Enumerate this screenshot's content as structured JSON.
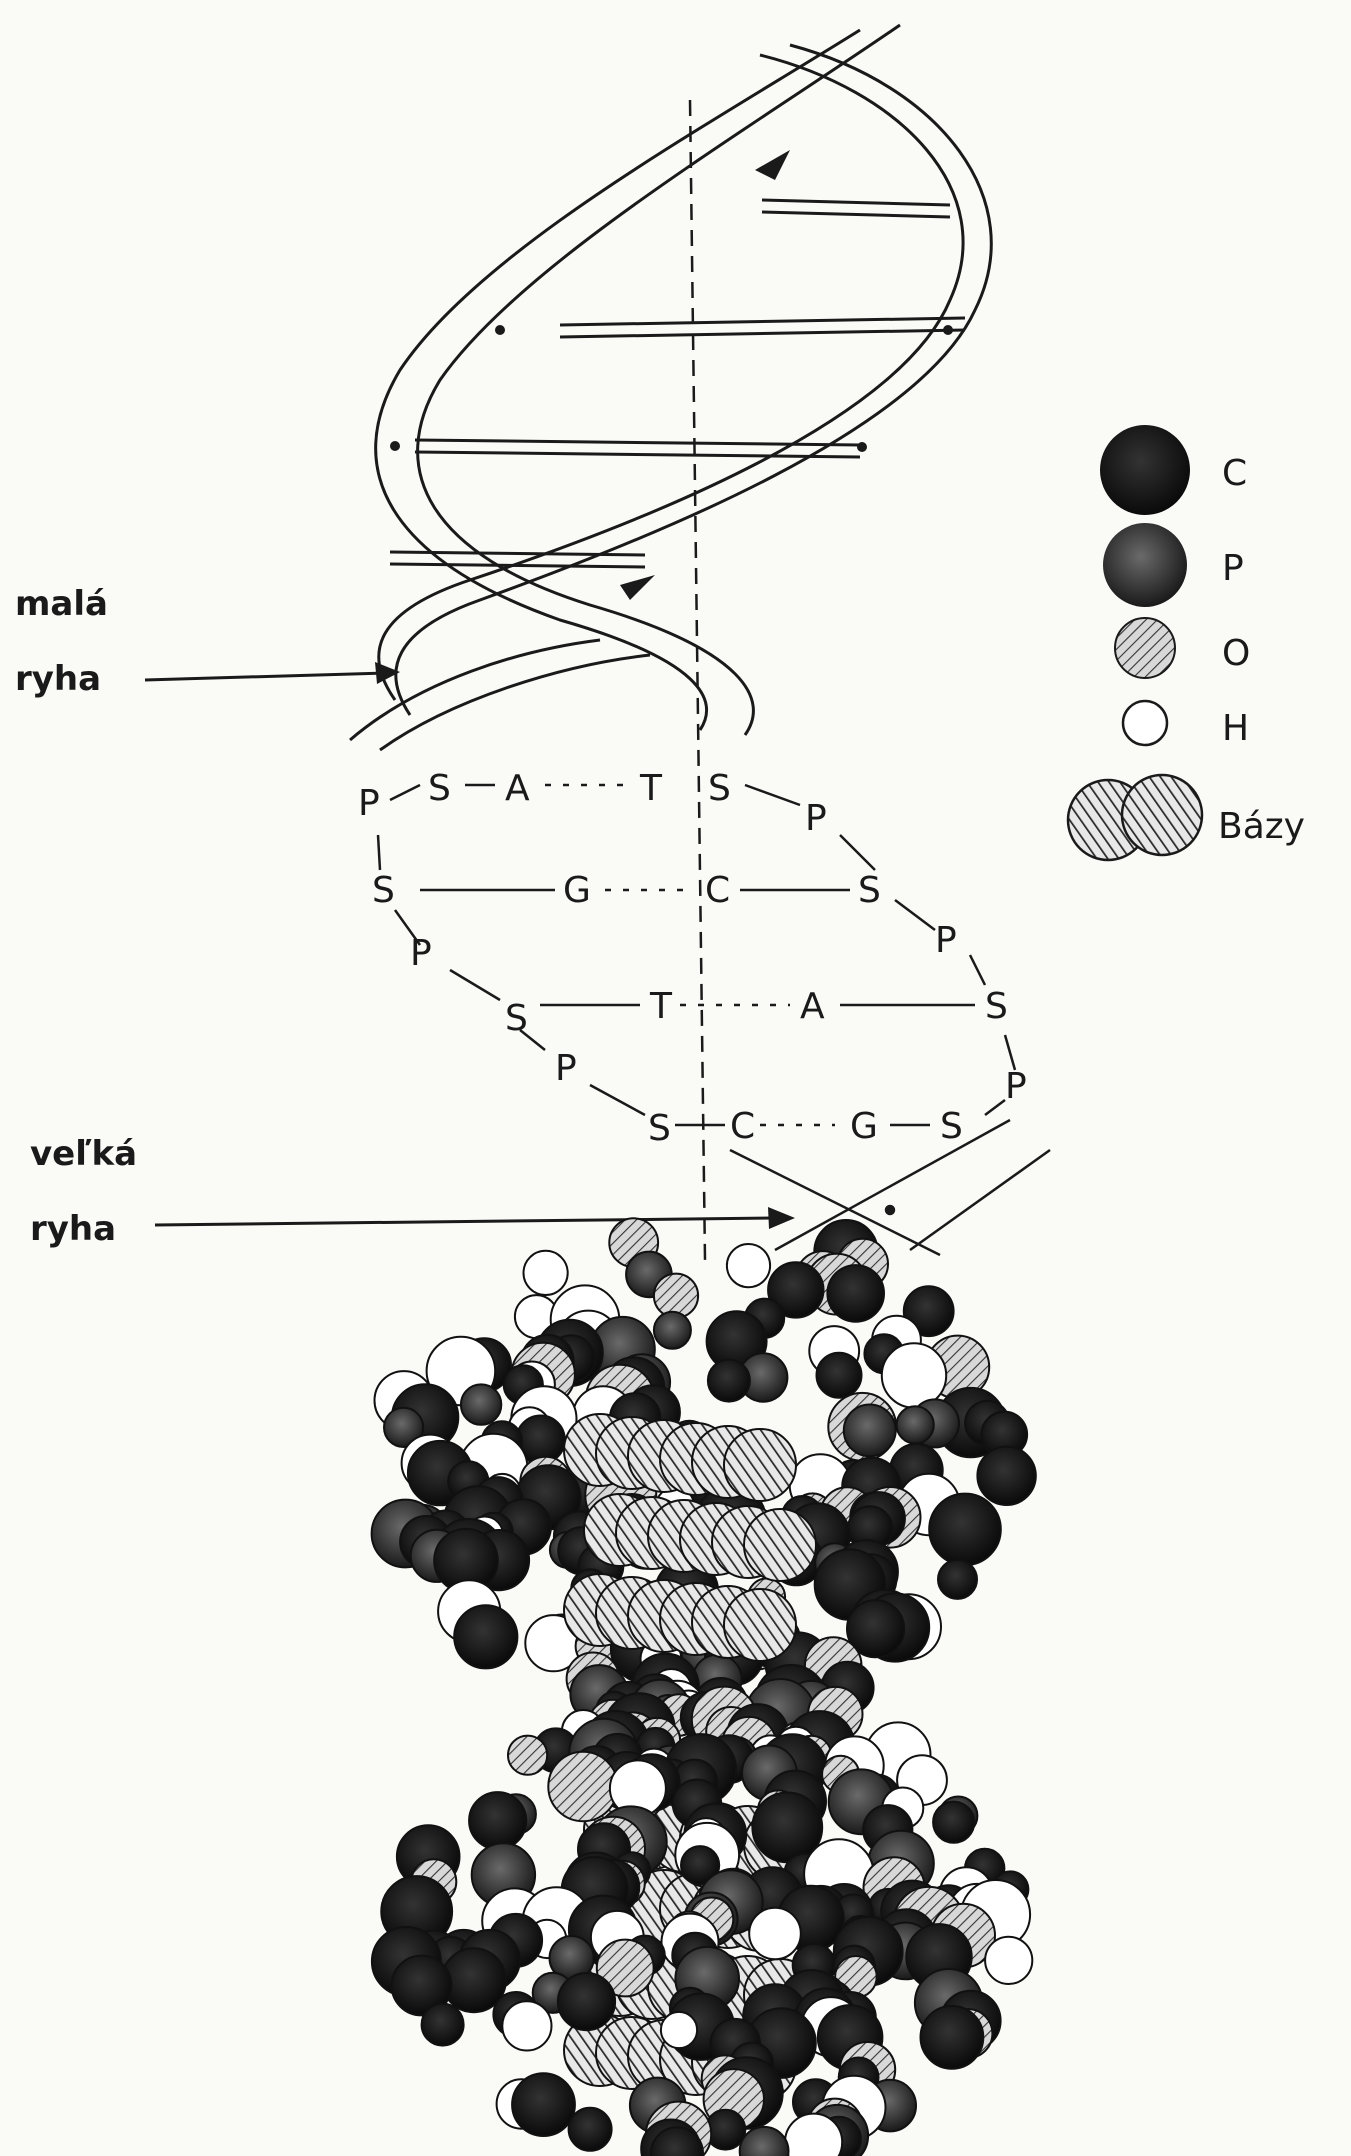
{
  "groove_labels": {
    "minor": [
      "malá",
      "ryha"
    ],
    "major": [
      "veľká",
      "ryha"
    ]
  },
  "ladder_rows": [
    {
      "left": "P",
      "lsugar": "S",
      "lbase": "A",
      "rbase": "T",
      "rsugar": "S",
      "right": "P"
    },
    {
      "left": "S",
      "lsugar": "",
      "lbase": "G",
      "rbase": "C",
      "rsugar": "S",
      "right": "P"
    },
    {
      "left": "P",
      "lsugar": "S",
      "lbase": "T",
      "rbase": "A",
      "rsugar": "S",
      "right": "P"
    },
    {
      "left": "P",
      "lsugar": "S",
      "lbase": "C",
      "rbase": "G",
      "rsugar": "S",
      "right": ""
    }
  ],
  "legend": [
    {
      "label": "C",
      "icon": "carbon-atom-icon",
      "color": "#151515"
    },
    {
      "label": "P",
      "icon": "phosphorus-atom-icon",
      "color": "#3a3a3a"
    },
    {
      "label": "O",
      "icon": "oxygen-atom-icon",
      "color": "#9a9a9a"
    },
    {
      "label": "H",
      "icon": "hydrogen-atom-icon",
      "color": "#ffffff"
    },
    {
      "label": "Bázy",
      "icon": "bases-icon",
      "color": "#7a7a7a"
    }
  ]
}
